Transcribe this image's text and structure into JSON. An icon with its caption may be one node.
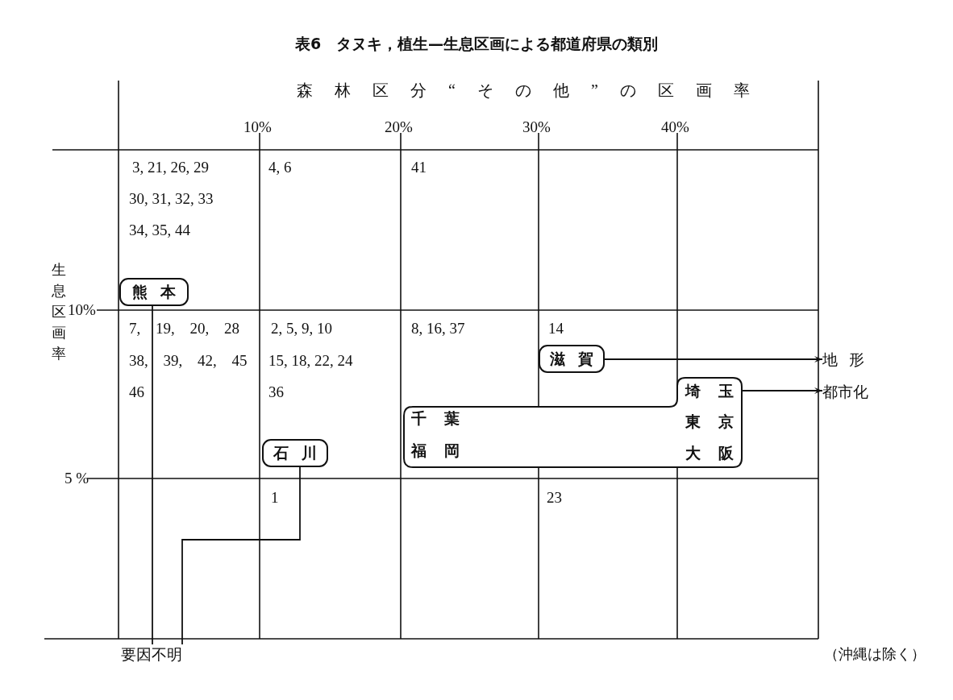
{
  "diagram": {
    "title": "表6　タヌキ，植生—生息区画による都道府県の類別",
    "nodes": [
      {
        "text": [
          "熊本"
        ]
      },
      {
        "text": [
          "石川"
        ]
      },
      {
        "text": [
          "滋賀"
        ]
      },
      {
        "text": [
          "千葉",
          "福岡",
          "埼玉",
          "東京",
          "大阪"
        ]
      },
      {
        "text": [
          "地形"
        ]
      },
      {
        "text": [
          "都市化"
        ]
      },
      {
        "text": [
          "要因不明"
        ]
      }
    ],
    "edges": [
      {
        "from": 0,
        "to": 6,
        "arrow": "none"
      },
      {
        "from": 1,
        "to": 6,
        "arrow": "none"
      },
      {
        "from": 2,
        "to": 4,
        "arrow": "to"
      },
      {
        "from": 3,
        "to": 5,
        "arrow": "to"
      }
    ],
    "labels": [
      "森林区分“その他”の区画率",
      "10%",
      "20%",
      "30%",
      "40%",
      "生息区画率",
      "10%",
      "5 %",
      "3, 21, 26, 29",
      "4, 6",
      "41",
      "30, 31, 32, 33",
      "34, 35, 44",
      "7, 19, 20, 28",
      "2, 5, 9, 10",
      "8, 16, 37",
      "14",
      "38, 39, 42, 45",
      "15, 18, 22, 24",
      "46",
      "36",
      "1",
      "23",
      "（沖縄は除く）"
    ]
  }
}
